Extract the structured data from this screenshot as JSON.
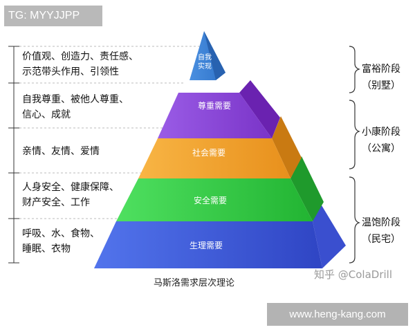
{
  "tag": "TG: MYYJJPP",
  "watermark_site": "www.heng-kang.com",
  "watermark_author": "知乎 @ColaDrill",
  "caption": "马斯洛需求层次理论",
  "levels": [
    {
      "name_line1": "自我",
      "name_line2": "实现",
      "desc_line1": "价值观、创造力、责任感、",
      "desc_line2": "示范带头作用、引领性",
      "color": "#2f73c9"
    },
    {
      "name": "尊重需要",
      "desc_line1": "自我尊重、被他人尊重、",
      "desc_line2": "信心、成就",
      "color": "#8a42d6"
    },
    {
      "name": "社会需要",
      "desc_line1": "亲情、友情、爱情",
      "color": "#f3a02a"
    },
    {
      "name": "安全需要",
      "desc_line1": "人身安全、健康保障、",
      "desc_line2": "财产安全、工作",
      "color": "#2ec840"
    },
    {
      "name": "生理需要",
      "desc_line1": "呼吸、水、食物、",
      "desc_line2": "睡眠、衣物",
      "color": "#3a54d8"
    }
  ],
  "stages": [
    {
      "line1": "富裕阶段",
      "line2": "（别墅）"
    },
    {
      "line1": "小康阶段",
      "line2": "（公寓）"
    },
    {
      "line1": "温饱阶段",
      "line2": "（民宅）"
    }
  ]
}
